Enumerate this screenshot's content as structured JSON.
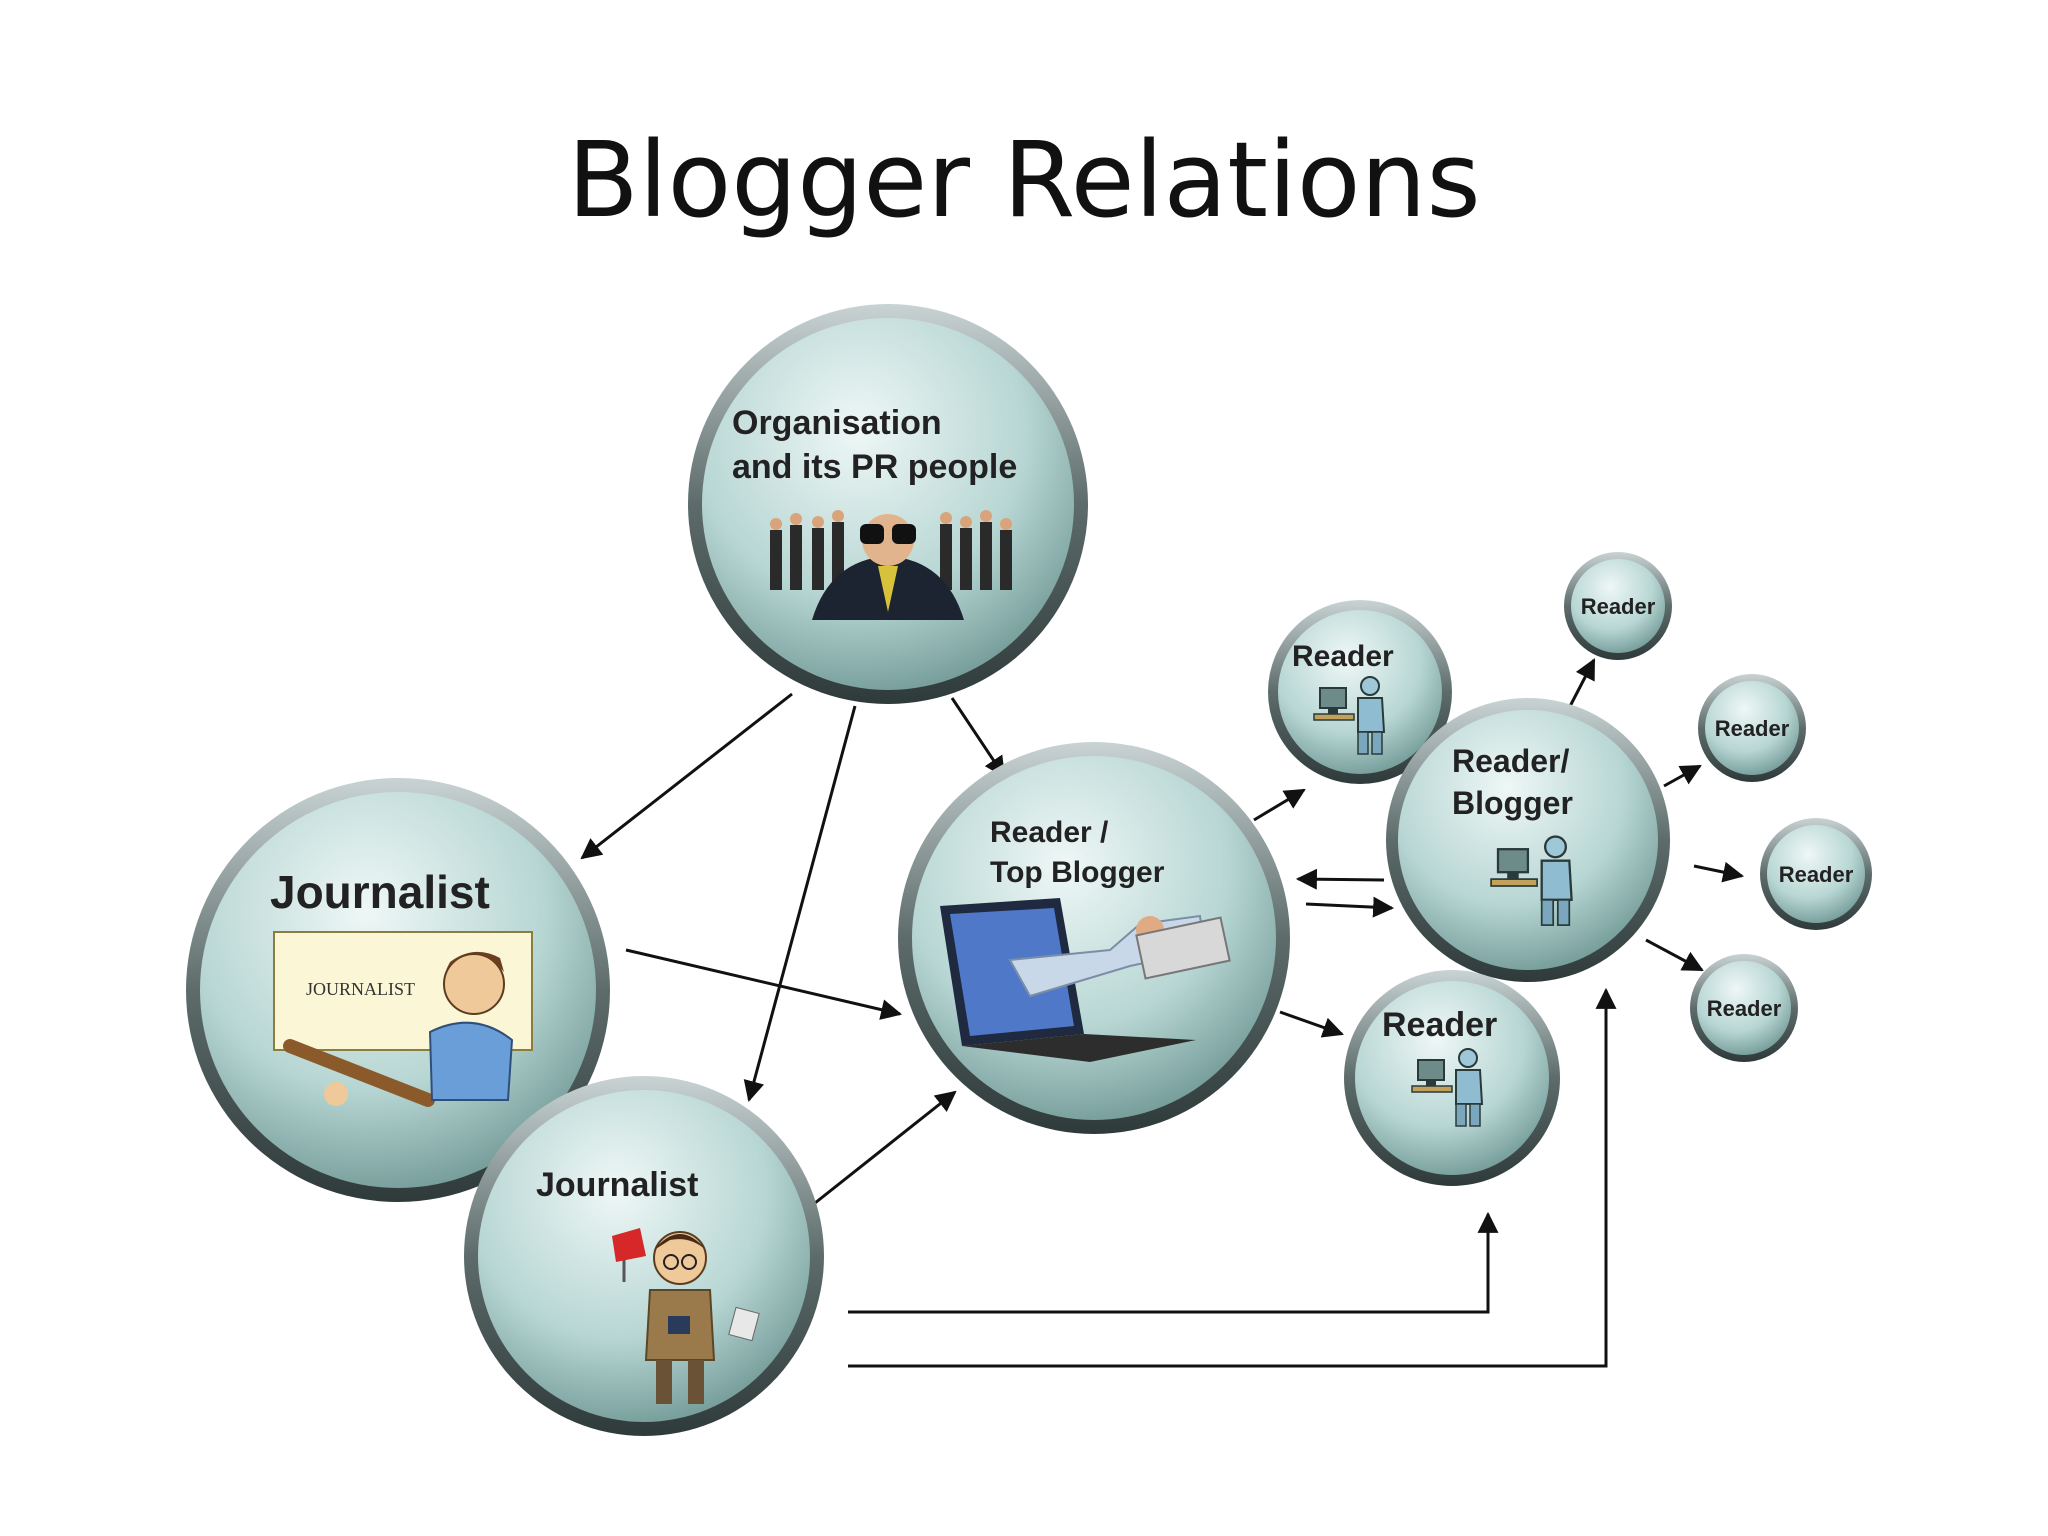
{
  "title": "Blogger Relations",
  "colors": {
    "node_light": "#eef7f6",
    "node_mid": "#b7d6d3",
    "node_dark": "#6f9794",
    "ring": "#4b5a5a",
    "arrow": "#111111"
  },
  "nodes": [
    {
      "id": "org",
      "label_lines": [
        "Organisation",
        "and its PR people"
      ],
      "icon": "pr-team-binoculars-illustration"
    },
    {
      "id": "journalist-1",
      "label_lines": [
        "Journalist"
      ],
      "icon": "journalist-writing-board-illustration",
      "board_text": "JOURNALIST"
    },
    {
      "id": "journalist-2",
      "label_lines": [
        "Journalist"
      ],
      "icon": "journalist-reporter-illustration"
    },
    {
      "id": "top-blogger",
      "label_lines": [
        "Reader /",
        "Top Blogger"
      ],
      "icon": "laptop-hand-card-illustration"
    },
    {
      "id": "reader-top",
      "label_lines": [
        "Reader"
      ],
      "icon": "person-at-computer-icon"
    },
    {
      "id": "reader-blogger",
      "label_lines": [
        "Reader/",
        "Blogger"
      ],
      "icon": "person-at-computer-icon"
    },
    {
      "id": "reader-bottom",
      "label_lines": [
        "Reader"
      ],
      "icon": "person-at-computer-icon"
    },
    {
      "id": "reader-small-1",
      "label_lines": [
        "Reader"
      ]
    },
    {
      "id": "reader-small-2",
      "label_lines": [
        "Reader"
      ]
    },
    {
      "id": "reader-small-3",
      "label_lines": [
        "Reader"
      ]
    },
    {
      "id": "reader-small-4",
      "label_lines": [
        "Reader"
      ]
    }
  ],
  "edges": [
    {
      "from": "org",
      "to": "journalist-1"
    },
    {
      "from": "org",
      "to": "journalist-2"
    },
    {
      "from": "org",
      "to": "top-blogger"
    },
    {
      "from": "journalist-1",
      "to": "top-blogger"
    },
    {
      "from": "journalist-2",
      "to": "top-blogger"
    },
    {
      "from": "top-blogger",
      "to": "reader-top"
    },
    {
      "from": "top-blogger",
      "to": "reader-bottom"
    },
    {
      "from": "top-blogger",
      "to": "reader-blogger"
    },
    {
      "from": "reader-blogger",
      "to": "top-blogger"
    },
    {
      "from": "reader-blogger",
      "to": "reader-small-1"
    },
    {
      "from": "reader-blogger",
      "to": "reader-small-2"
    },
    {
      "from": "reader-blogger",
      "to": "reader-small-3"
    },
    {
      "from": "reader-blogger",
      "to": "reader-small-4"
    },
    {
      "from": "journalist-2",
      "to": "reader-bottom"
    },
    {
      "from": "journalist-2",
      "to": "reader-blogger"
    }
  ]
}
